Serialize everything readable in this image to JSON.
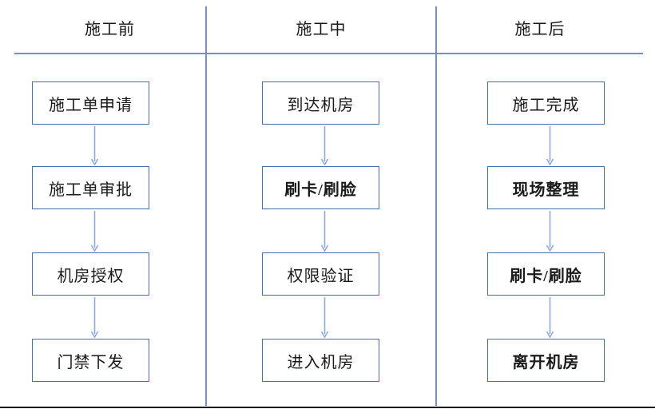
{
  "diagram": {
    "title_present": false,
    "colors": {
      "divider": "#6E8FD0",
      "node_border": "#4472A8",
      "arrow": "#8FAADC",
      "text": "#1A1A1A",
      "background": "#FFFFFF"
    },
    "columns": [
      {
        "header": "施工前",
        "nodes": [
          {
            "label": "施工单申请",
            "bold": false
          },
          {
            "label": "施工单审批",
            "bold": false
          },
          {
            "label": "机房授权",
            "bold": false
          },
          {
            "label": "门禁下发",
            "bold": false
          }
        ]
      },
      {
        "header": "施工中",
        "nodes": [
          {
            "label": "到达机房",
            "bold": false
          },
          {
            "label": "刷卡/刷脸",
            "bold": true
          },
          {
            "label": "权限验证",
            "bold": false
          },
          {
            "label": "进入机房",
            "bold": false
          }
        ]
      },
      {
        "header": "施工后",
        "nodes": [
          {
            "label": "施工完成",
            "bold": false
          },
          {
            "label": "现场整理",
            "bold": false
          },
          {
            "label": "刷卡/刷脸",
            "bold": true
          },
          {
            "label": "离开机房",
            "bold": false
          }
        ]
      }
    ]
  }
}
